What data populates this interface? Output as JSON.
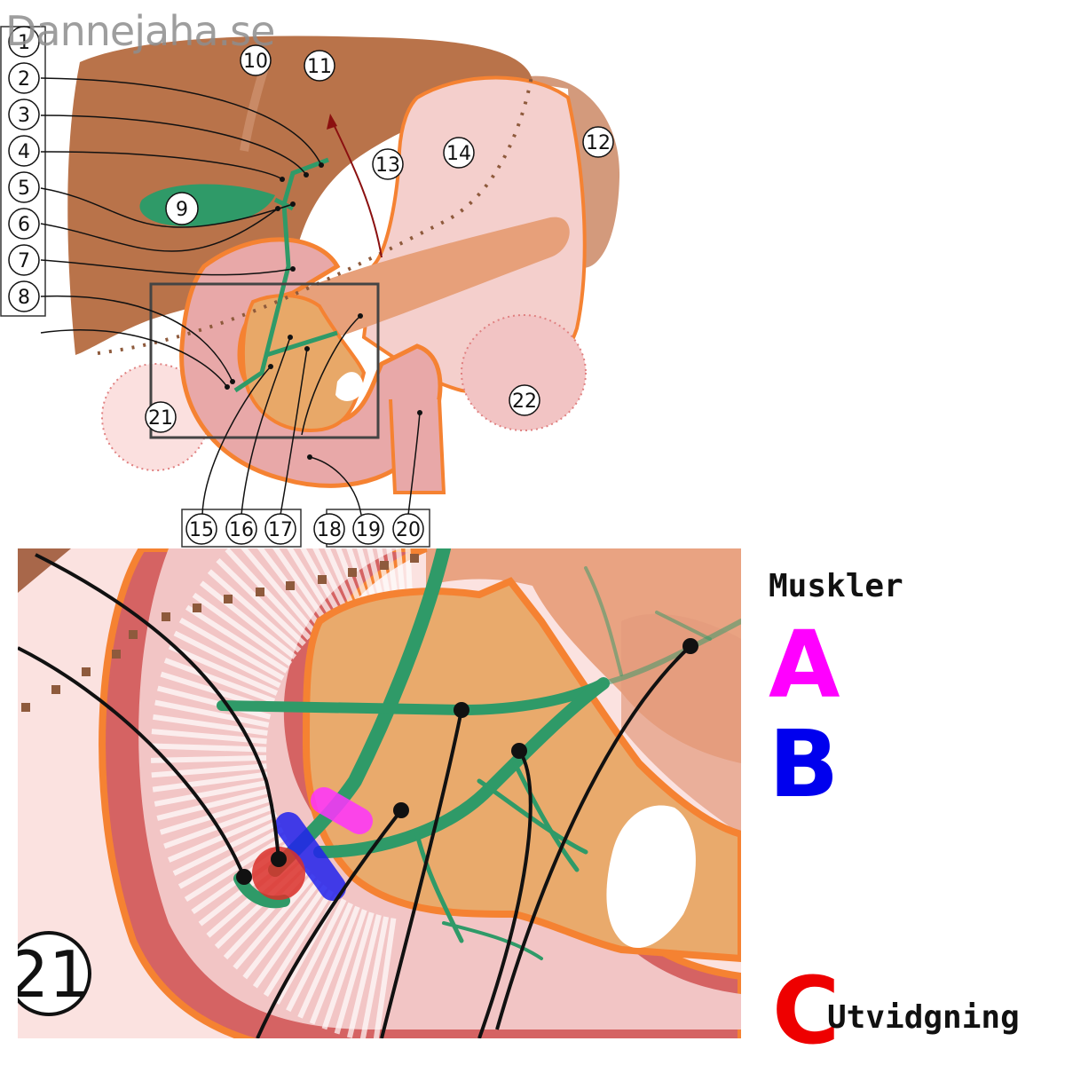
{
  "watermark": "Dannejaha.se",
  "labels": [
    "1",
    "2",
    "3",
    "4",
    "5",
    "6",
    "7",
    "8",
    "9",
    "10",
    "11",
    "12",
    "13",
    "14",
    "15",
    "16",
    "17",
    "18",
    "19",
    "20",
    "21",
    "22"
  ],
  "zoom_label": "21",
  "legend": {
    "title": "Muskler",
    "a": {
      "letter": "A",
      "color": "#ff00ff"
    },
    "b": {
      "letter": "B",
      "color": "#0000ee"
    },
    "c": {
      "letter": "C",
      "color": "#ee0000",
      "text": "Utvidgning"
    }
  },
  "colors": {
    "liver": "#b9734a",
    "stomach": "#f4cfcc",
    "pancreas": "#e7a07a",
    "duodenum": "#e07a7a",
    "bile": "#2f9a68",
    "outline": "#f58232"
  }
}
